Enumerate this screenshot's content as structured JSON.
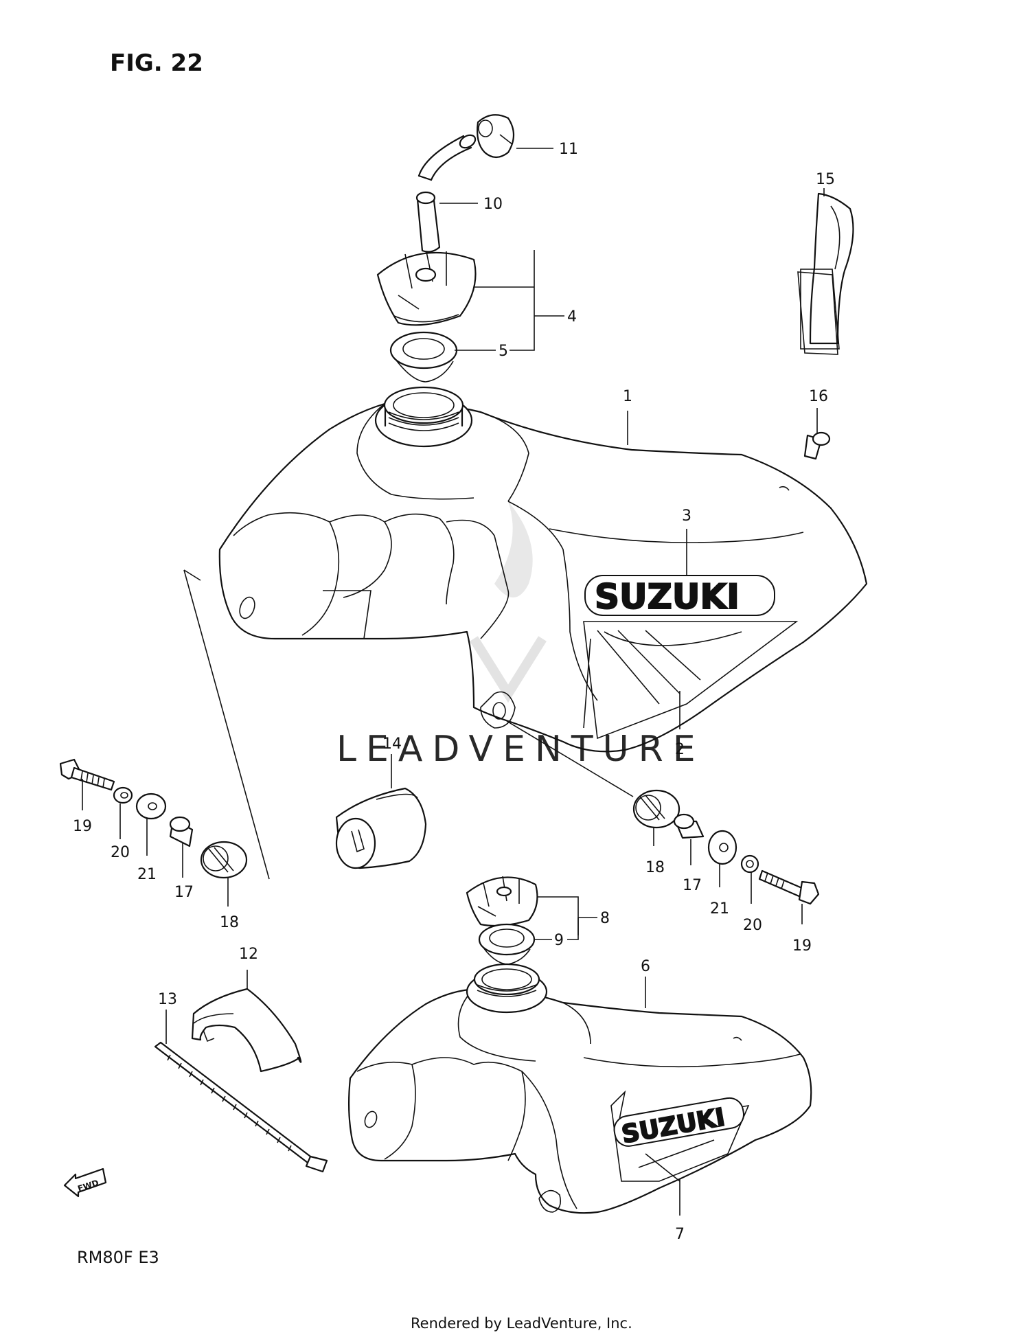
{
  "figure": {
    "title": "FIG. 22",
    "model_code": "RM80F  E3",
    "credit": "Rendered by LeadVenture, Inc.",
    "watermark": "LEADVENTURE",
    "fwd_label": "FWD",
    "brand_decal_text": "SUZUKI"
  },
  "callouts": [
    "1",
    "2",
    "3",
    "4",
    "5",
    "6",
    "7",
    "8",
    "9",
    "10",
    "11",
    "12",
    "13",
    "14",
    "15",
    "16",
    "17",
    "18",
    "19",
    "20",
    "21",
    "17",
    "18",
    "19",
    "20",
    "21"
  ]
}
